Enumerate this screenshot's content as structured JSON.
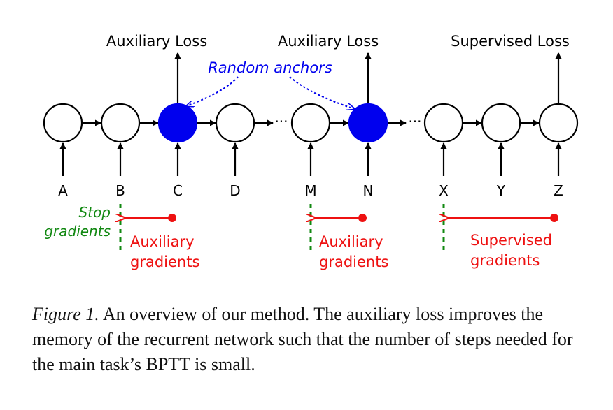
{
  "loss_labels": {
    "first": "Auxiliary Loss",
    "second": "Auxiliary Loss",
    "third": "Supervised Loss"
  },
  "anchors_label": "Random anchors",
  "inputs": [
    "A",
    "B",
    "C",
    "D",
    "M",
    "N",
    "X",
    "Y",
    "Z"
  ],
  "stop_gradients_label": [
    "Stop",
    "gradients"
  ],
  "gradient_labels": [
    [
      "Auxiliary",
      "gradients"
    ],
    [
      "Auxiliary",
      "gradients"
    ],
    [
      "Supervised",
      "gradients"
    ]
  ],
  "caption": {
    "label": "Figure 1.",
    "text": " An overview of our method. The auxiliary loss improves the memory of the recurrent network such that the number of steps needed for the main task’s BPTT is small."
  },
  "colors": {
    "anchor_node": "#0000ee",
    "anchor_label": "#0000ee",
    "gradient_arrow": "#ee1111",
    "stop_line": "#118811",
    "stroke": "#000000"
  }
}
